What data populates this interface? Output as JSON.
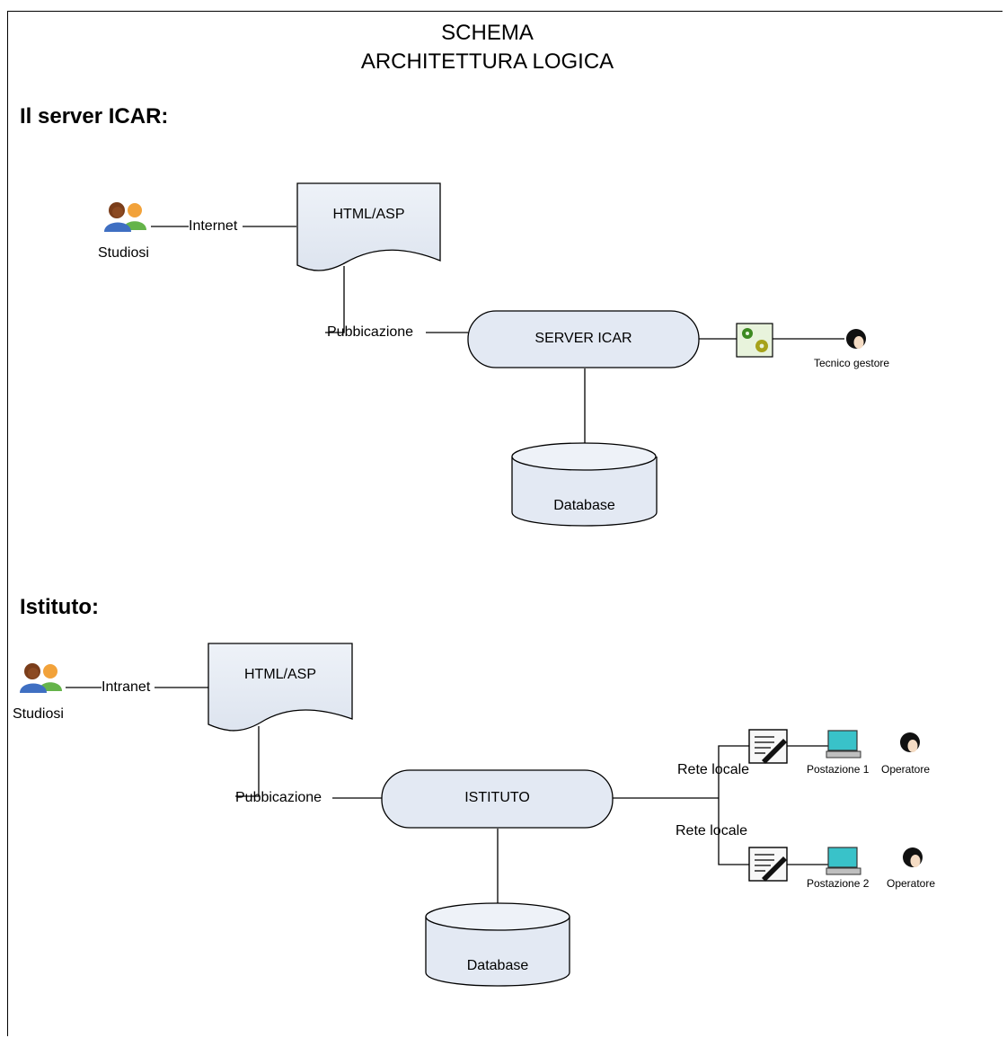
{
  "title": {
    "line1": "SCHEMA",
    "line2": "ARCHITETTURA LOGICA"
  },
  "section_server": {
    "heading": "Il server ICAR:",
    "users_label": "Studiosi",
    "link_internet": "Internet",
    "document_label": "HTML/ASP",
    "link_publication": "Pubbicazione",
    "server_label": "SERVER ICAR",
    "database_label": "Database",
    "technician_label": "Tecnico gestore"
  },
  "section_institute": {
    "heading": "Istituto:",
    "users_label": "Studiosi",
    "link_intranet": "Intranet",
    "document_label": "HTML/ASP",
    "link_publication": "Pubbicazione",
    "server_label": "ISTITUTO",
    "database_label": "Database",
    "lan_label_1": "Rete locale",
    "lan_label_2": "Rete locale",
    "workstation_1_label": "Postazione 1",
    "operator_1_label": "Operatore",
    "workstation_2_label": "Postazione 2",
    "operator_2_label": "Operatore"
  },
  "colors": {
    "shape_fill": "#e3e9f3",
    "line": "#000000"
  }
}
